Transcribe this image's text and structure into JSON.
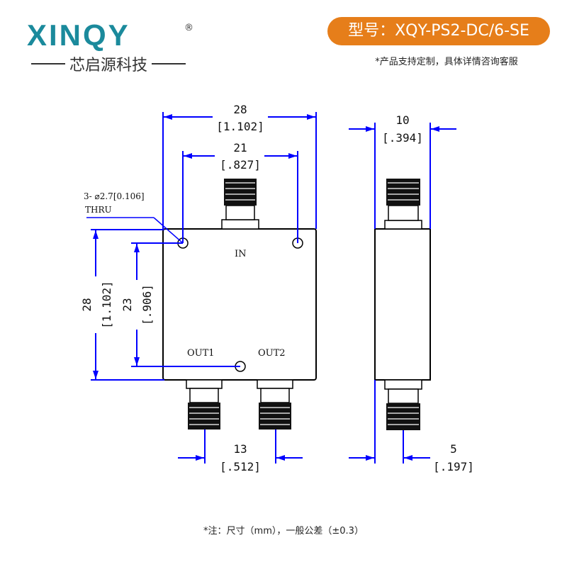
{
  "brand": {
    "logo_word": "XINQY",
    "registered_mark": "®",
    "chinese_name": "芯启源科技",
    "primary_color": "#1b8a9c",
    "accent_color": "#e67e1a"
  },
  "header": {
    "model_label": "型号：XQY-PS2-DC/6-SE",
    "custom_note": "*产品支持定制，具体详情咨询客服"
  },
  "drawing": {
    "front_view": {
      "width_dim": {
        "mm": "28",
        "inch": "[1.102]"
      },
      "hole_span_dim": {
        "mm": "21",
        "inch": "[.827]"
      },
      "height_dim": {
        "mm": "28",
        "inch": "[1.102]"
      },
      "hole_vertical_dim": {
        "mm": "23",
        "inch": "[.906]"
      },
      "port_spacing_dim": {
        "mm": "13",
        "inch": "[.512]"
      },
      "hole_note_line1": "3- ⌀2.7[0.106]",
      "hole_note_line2": "THRU",
      "port_in": "IN",
      "port_out1": "OUT1",
      "port_out2": "OUT2"
    },
    "side_view": {
      "thickness_dim": {
        "mm": "10",
        "inch": "[.394]"
      },
      "connector_offset_dim": {
        "mm": "5",
        "inch": "[.197]"
      }
    },
    "dim_color": "#0000ff",
    "line_color": "#000000"
  },
  "footer": {
    "tolerance_note": "*注：尺寸（mm），一般公差（±0.3）"
  }
}
